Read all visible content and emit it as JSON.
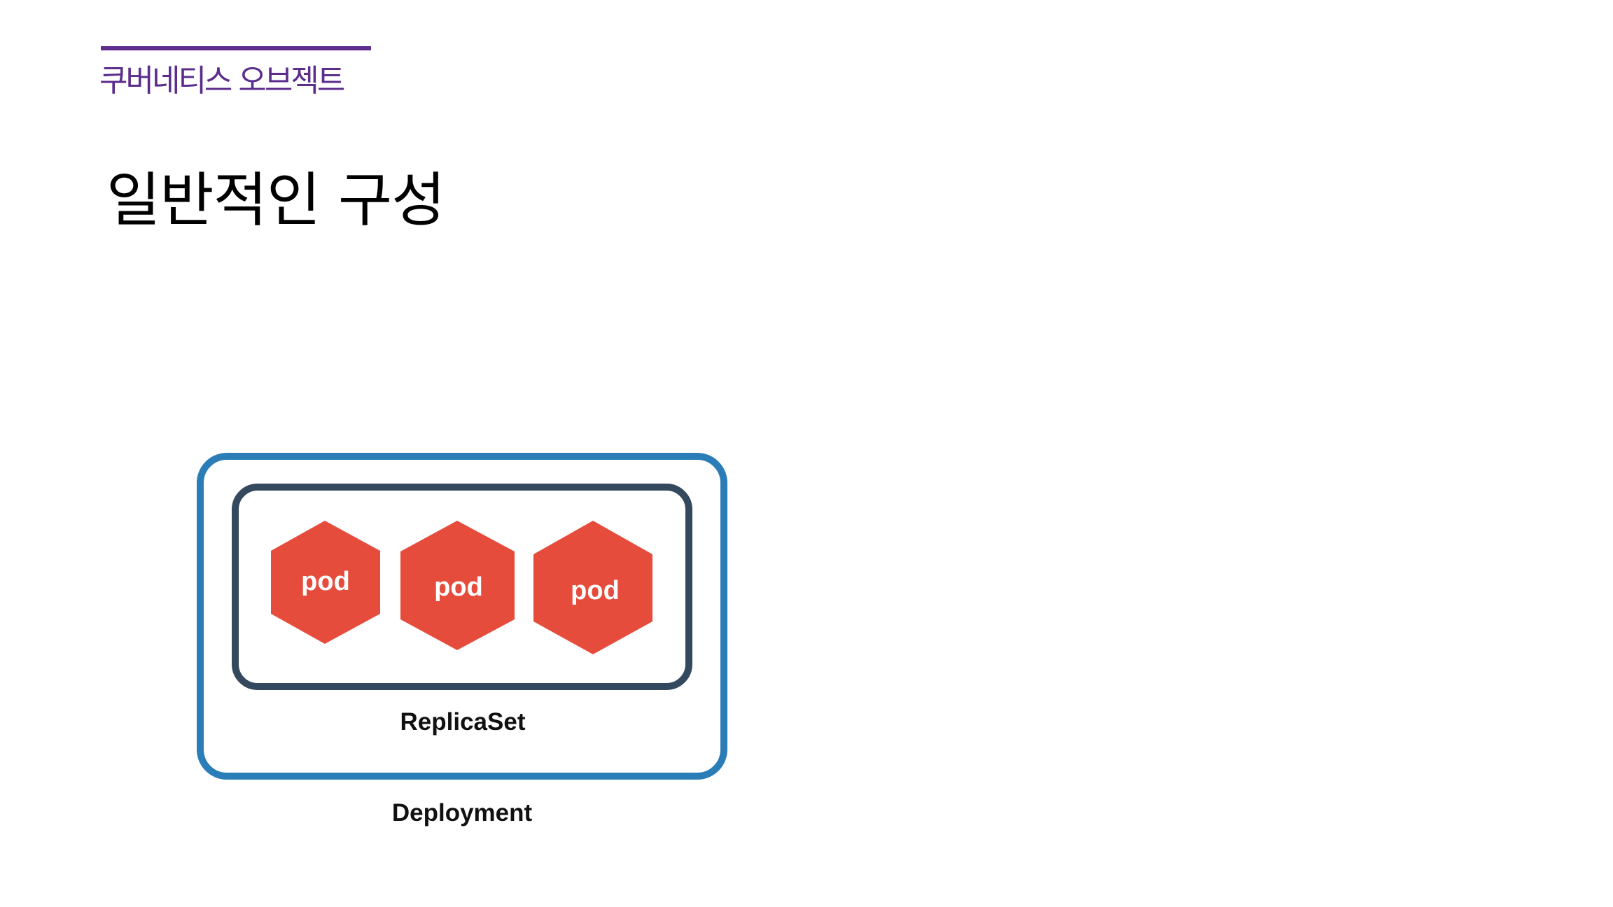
{
  "slide": {
    "section_label": "쿠버네티스 오브젝트",
    "title": "일반적인 구성"
  },
  "colors": {
    "accent_purple": "#5c2d8c",
    "deployment_border": "#2b7db7",
    "replicaset_border": "#34495e",
    "pod_fill": "#e64c3c",
    "pod_text": "#ffffff",
    "label_text": "#111111"
  },
  "diagram": {
    "deployment": {
      "label": "Deployment"
    },
    "replicaset": {
      "label": "ReplicaSet"
    },
    "pods": [
      {
        "label": "pod"
      },
      {
        "label": "pod"
      },
      {
        "label": "pod"
      }
    ]
  }
}
